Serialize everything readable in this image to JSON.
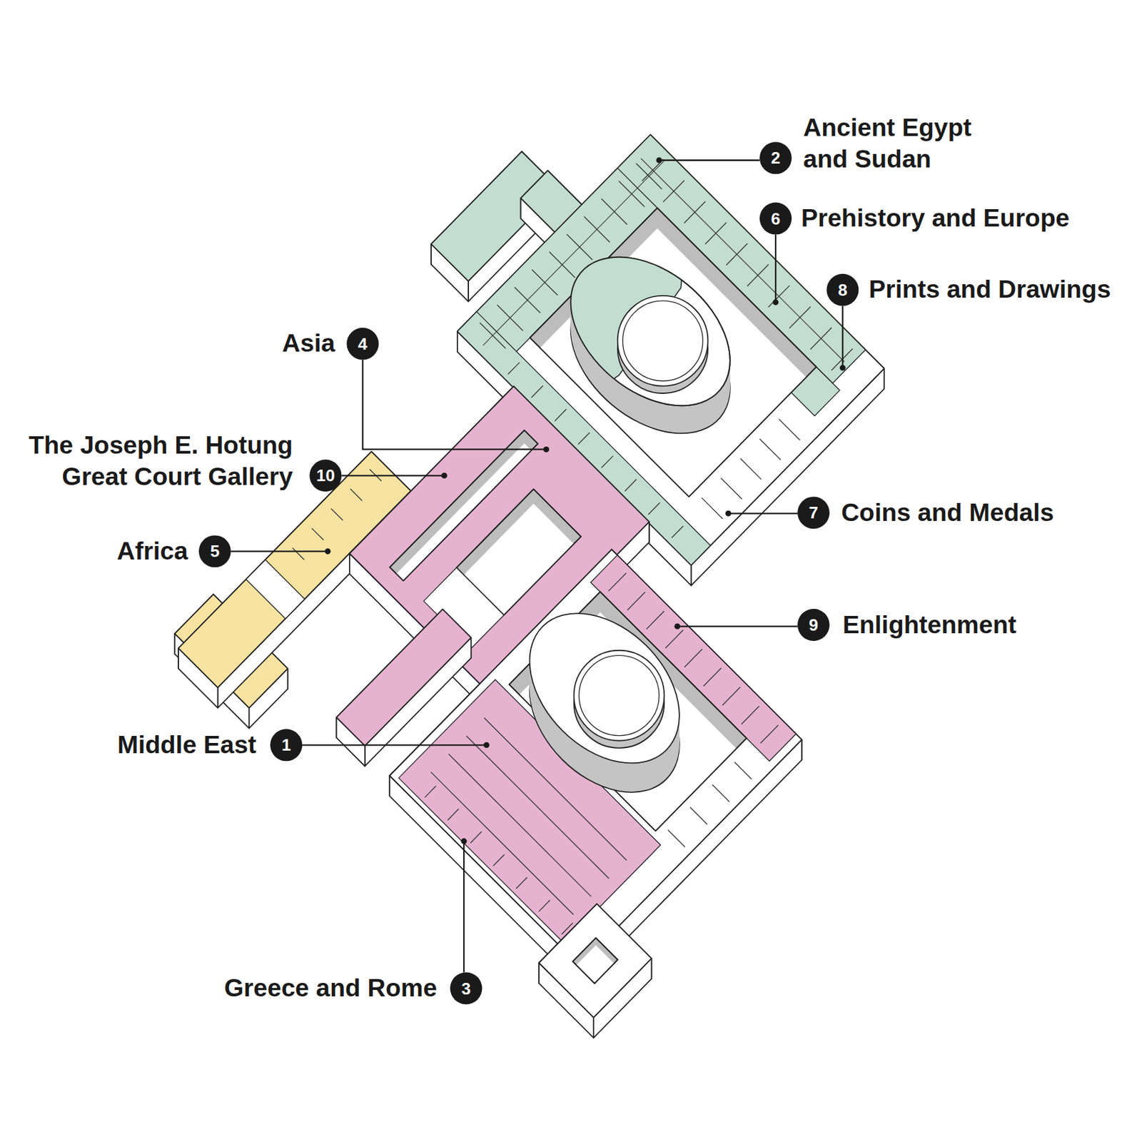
{
  "diagram": {
    "labels": [
      "2",
      "Ancient Egypt and Sudan",
      "6",
      "Prehistory and Europe",
      "8",
      "Prints and Drawings",
      "Asia",
      "4",
      "The Joseph E. Hotung Great Court Gallery",
      "10",
      "Africa",
      "5",
      "7",
      "Coins and Medals",
      "9",
      "Enlightenment",
      "Middle East",
      "1",
      "Greece and Rome",
      "3"
    ]
  }
}
